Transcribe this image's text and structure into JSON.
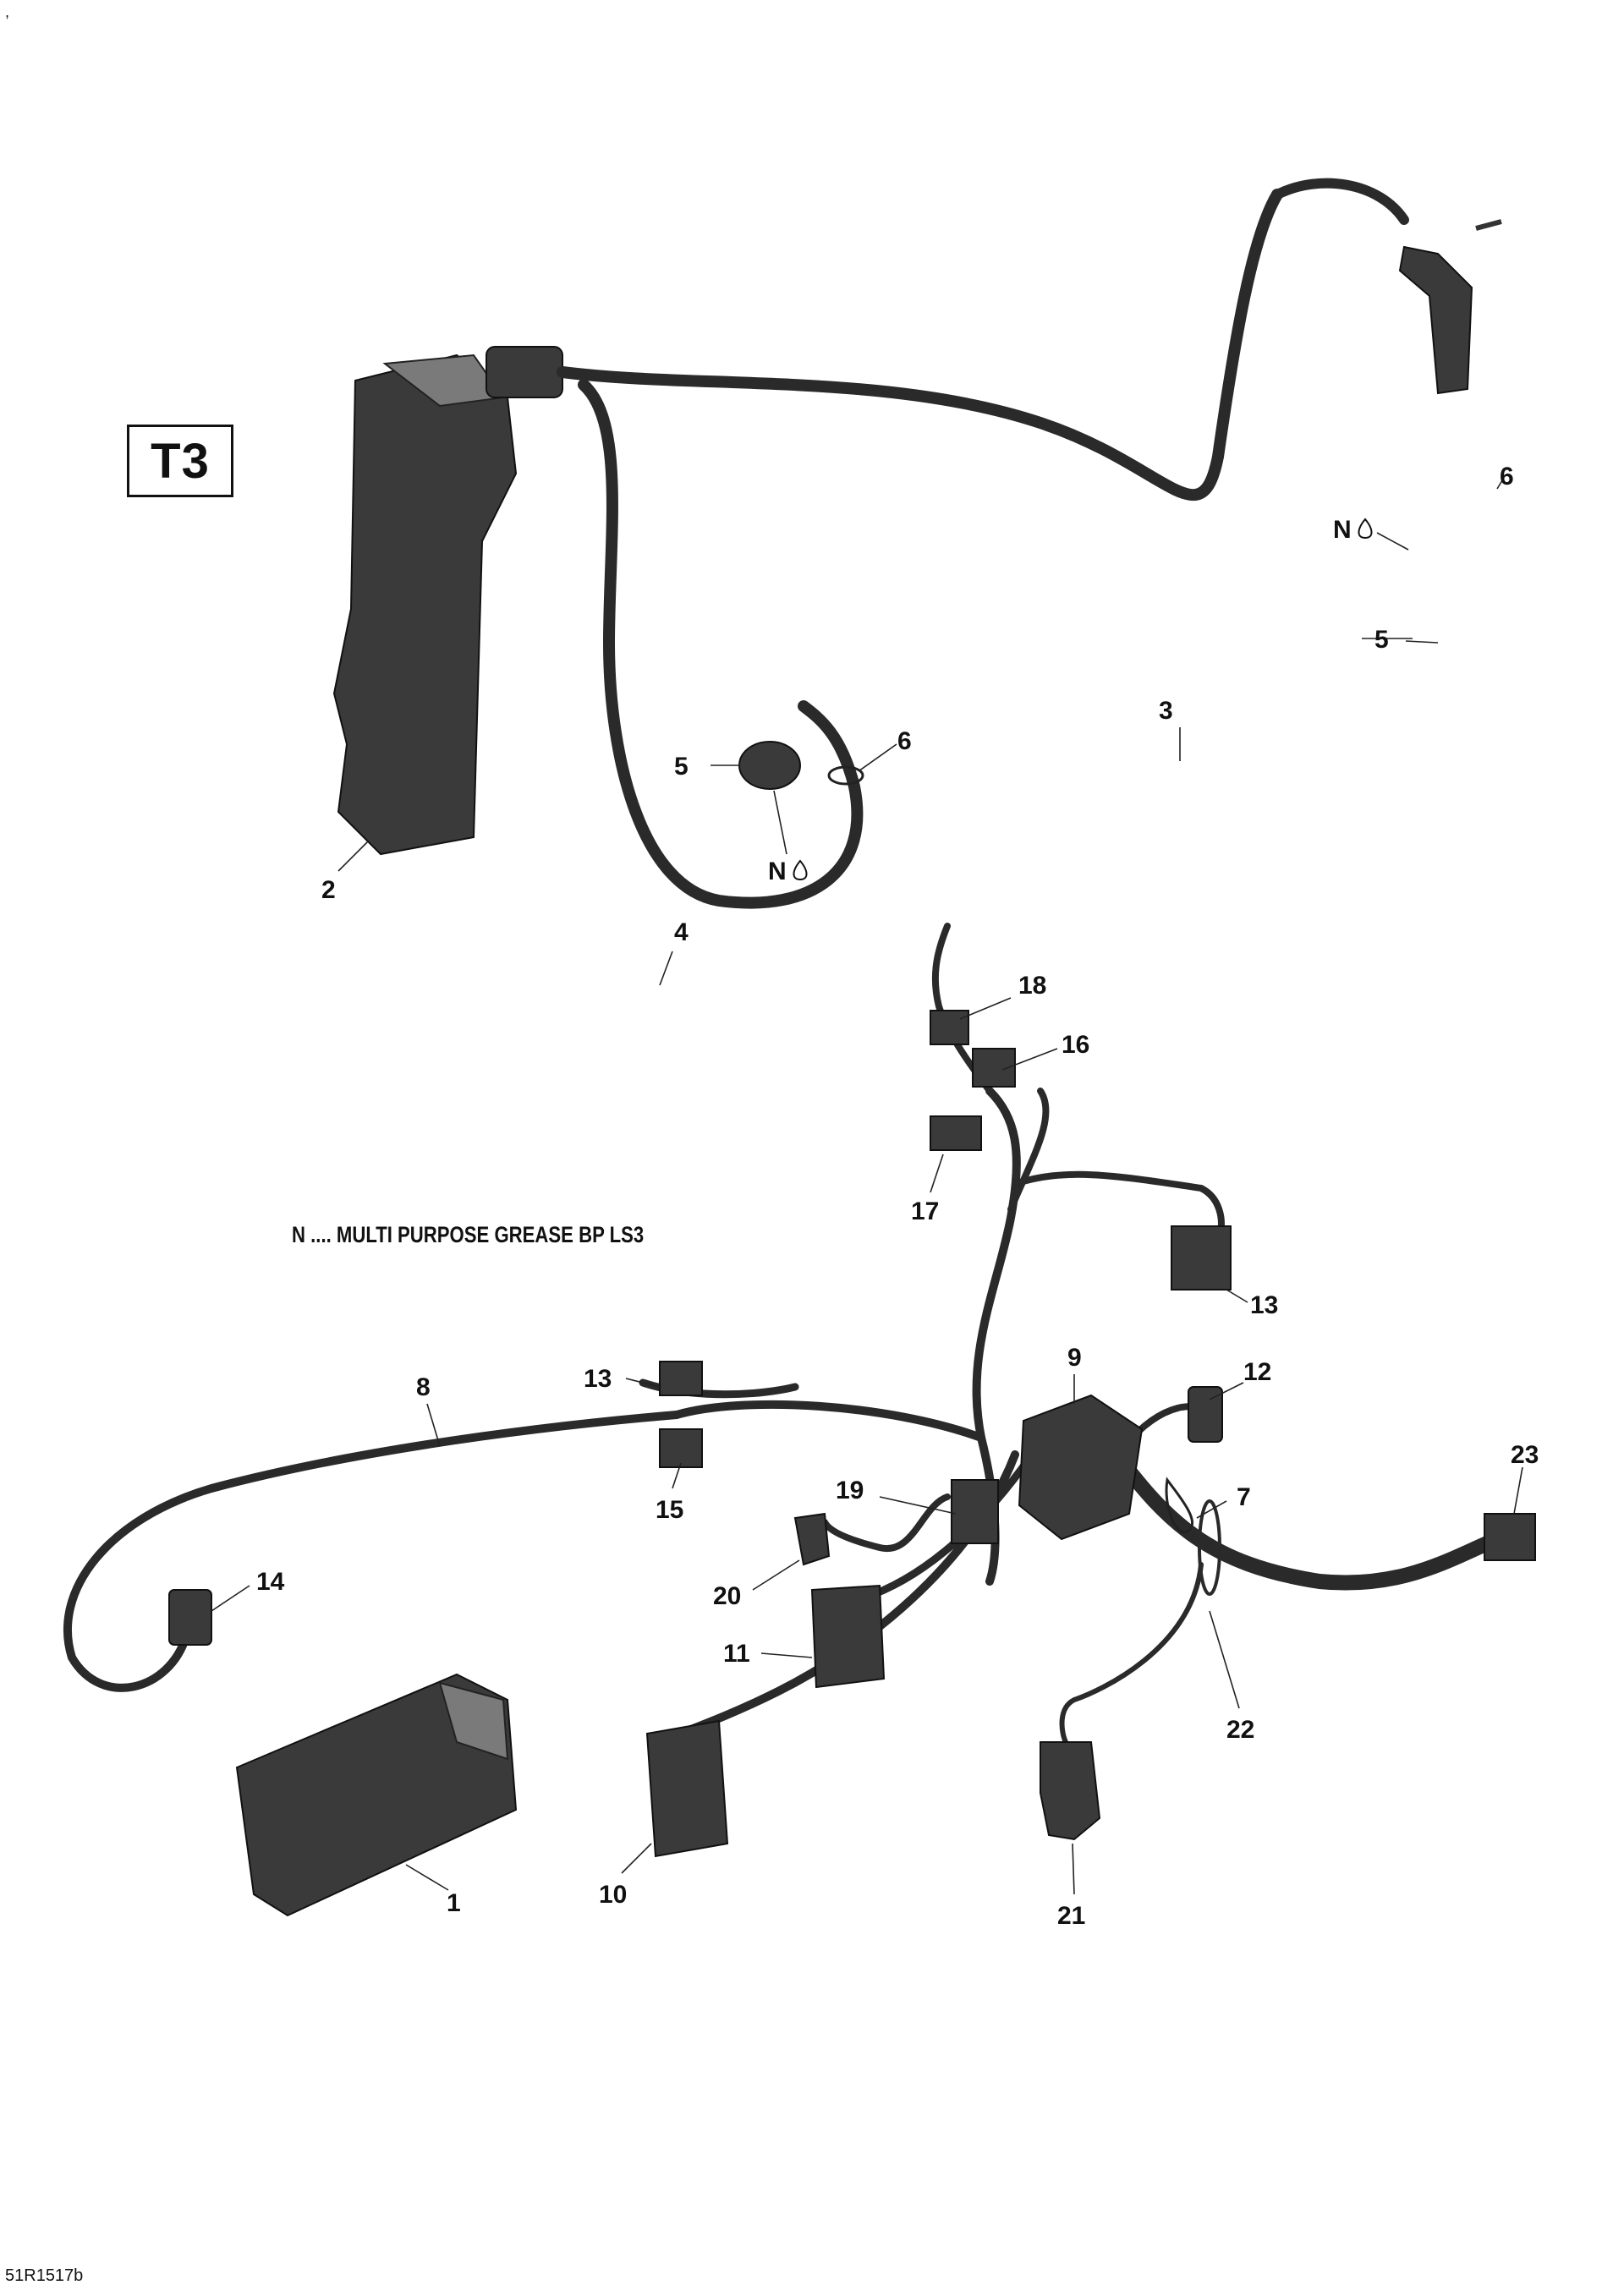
{
  "page_mark": ",",
  "section_label": "T3",
  "legend_text": "N .... MULTI PURPOSE GREASE BP LS3",
  "grease_marker": "N",
  "figure_code": "51R1517b",
  "callouts": {
    "c1": "1",
    "c2": "2",
    "c3": "3",
    "c4": "4",
    "c5a": "5",
    "c5b": "5",
    "c6a": "6",
    "c6b": "6",
    "c7": "7",
    "c8": "8",
    "c9": "9",
    "c10": "10",
    "c11": "11",
    "c12": "12",
    "c13a": "13",
    "c13b": "13",
    "c14": "14",
    "c15": "15",
    "c16": "16",
    "c17": "17",
    "c18": "18",
    "c19": "19",
    "c20": "20",
    "c21": "21",
    "c22": "22",
    "c23": "23"
  }
}
